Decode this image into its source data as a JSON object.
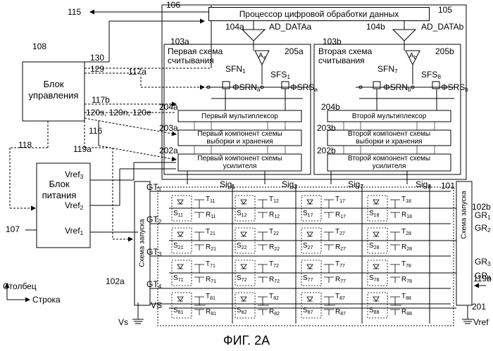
{
  "figure_caption": "ФИГ. 2A",
  "blocks": {
    "dsp": "Процессор цифровой обработки данных",
    "control": "Блок управления",
    "power": "Блок питания",
    "readout_a": [
      "Первая схема",
      "считывания"
    ],
    "readout_b": [
      "Вторая схема",
      "считывания"
    ],
    "mux_a": "Первый мультиплексор",
    "mux_b": "Второй мультиплексор",
    "sh_a": [
      "Первый компонент схемы",
      "выборки и хранения"
    ],
    "sh_b": [
      "Второй компонент схемы",
      "выборки и хранения"
    ],
    "amp_a": [
      "Первый компонент схемы",
      "усилителя"
    ],
    "amp_b": [
      "Второй компонент схемы",
      "усилителя"
    ],
    "driver_left": "Схема запуска",
    "driver_right": "Схема запуска"
  },
  "refs": {
    "r115": "115",
    "r106": "106",
    "r105": "105",
    "r108": "108",
    "r104a": "104a",
    "r104b": "104b",
    "ad_a": "AD_DATAa",
    "ad_b": "AD_DATAb",
    "r103a": "103a",
    "r103b": "103b",
    "r205a": "205a",
    "r205b": "205b",
    "r130": "130",
    "r129": "129",
    "r117a": "117a",
    "r117b": "117b",
    "r120": "120s, 120n, 120e",
    "r116": "116",
    "r118": "118",
    "r119a": "119a",
    "r204a": "204a",
    "r204b": "204b",
    "r203a": "203a",
    "r203b": "203b",
    "r202a": "202a",
    "r202b": "202b",
    "r101": "101",
    "r102b": "102b",
    "r107": "107",
    "r102a": "102a",
    "r119b": "119b",
    "r201": "201"
  },
  "sig_labels": {
    "sfn1": "SFN",
    "sfn1_sub": "1",
    "sfs1": "SFS",
    "sfs1_sub": "1",
    "phi_srna": "ΦSRN",
    "phi_srna_sub": "a",
    "phi_srsa": "ΦSRS",
    "phi_srsa_sub": "a",
    "sfn7": "SFN",
    "sfn7_sub": "7",
    "sfs8": "SFS",
    "sfs8_sub": "8",
    "phi_srnb": "ΦSRN",
    "phi_srnb_sub": "b",
    "phi_srsb": "ΦSRS",
    "phi_srsb_sub": "b",
    "amp_a": "A",
    "amp_a_sub": "a",
    "amp_b": "A",
    "amp_b_sub": "b",
    "vref3": "Vref",
    "vref3_sub": "3",
    "vref2": "Vref",
    "vref2_sub": "2",
    "vref1": "Vref",
    "vref1_sub": "1",
    "vs": "VS",
    "vs_gnd": "Vs",
    "vref_gnd": "Vref"
  },
  "columns": [
    {
      "sig": "Sig",
      "sub": "1"
    },
    {
      "sig": "Sig",
      "sub": "2"
    },
    {
      "sig": "Sig",
      "sub": "7"
    },
    {
      "sig": "Sig",
      "sub": "8"
    }
  ],
  "gt_rows": [
    {
      "label": "GT",
      "sub": "1"
    },
    {
      "label": "GT",
      "sub": "2"
    },
    {
      "label": "GT",
      "sub": "3"
    },
    {
      "label": "GT",
      "sub": "4"
    }
  ],
  "gr_rows": [
    {
      "label": "GR",
      "sub": "1"
    },
    {
      "label": "GR",
      "sub": "2"
    },
    {
      "label": "GR",
      "sub": "3"
    },
    {
      "label": "GR",
      "sub": "4"
    }
  ],
  "pixel_rows": [
    "1",
    "2",
    "7",
    "8"
  ],
  "pixel_cols": [
    "1",
    "2",
    "7",
    "8"
  ],
  "axes": {
    "column": "Столбец",
    "row": "Строка"
  }
}
